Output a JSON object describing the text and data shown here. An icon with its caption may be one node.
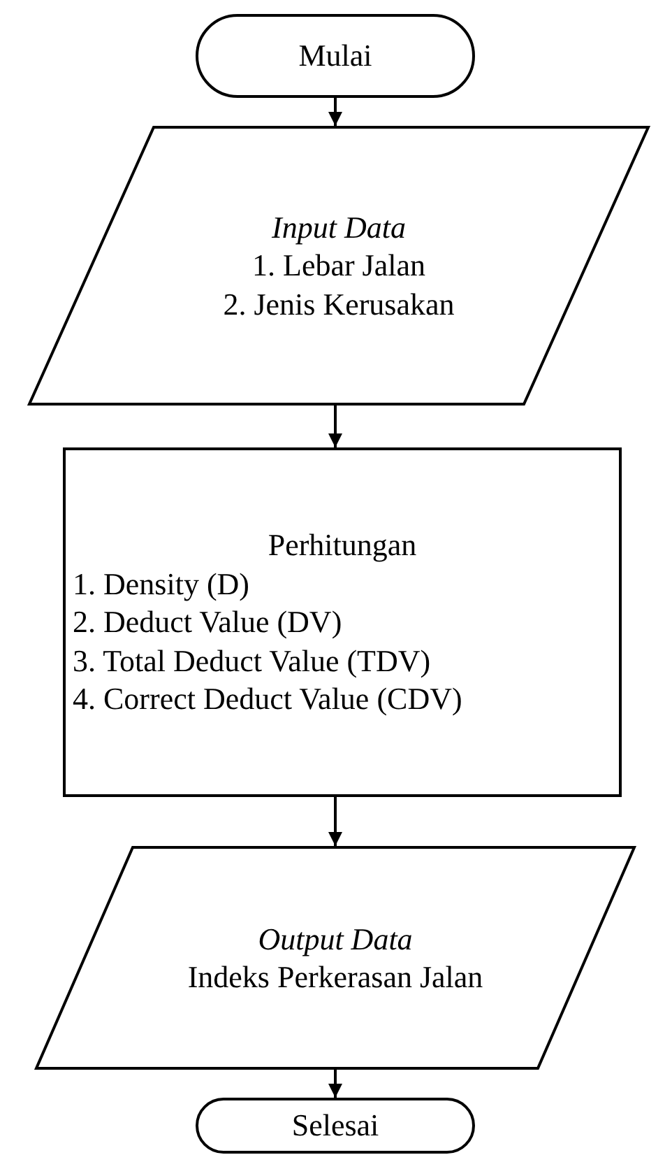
{
  "diagram": {
    "nodes": [
      {
        "text": [
          "Mulai"
        ]
      },
      {
        "text": [
          "Input Data",
          "1. Lebar Jalan",
          "2. Jenis Kerusakan"
        ]
      },
      {
        "text": [
          "Perhitungan",
          "1. Density (D)",
          "2. Deduct Value (DV)",
          "3. Total Deduct Value (TDV)",
          "4. Correct Deduct Value (CDV)"
        ]
      },
      {
        "text": [
          "Output Data",
          "Indeks Perkerasan Jalan"
        ]
      },
      {
        "text": [
          "Selesai"
        ]
      }
    ],
    "edges": [
      {
        "from": 0,
        "to": 1,
        "arrow": "to"
      },
      {
        "from": 1,
        "to": 2,
        "arrow": "to"
      },
      {
        "from": 2,
        "to": 3,
        "arrow": "to"
      },
      {
        "from": 3,
        "to": 4,
        "arrow": "to"
      }
    ]
  }
}
